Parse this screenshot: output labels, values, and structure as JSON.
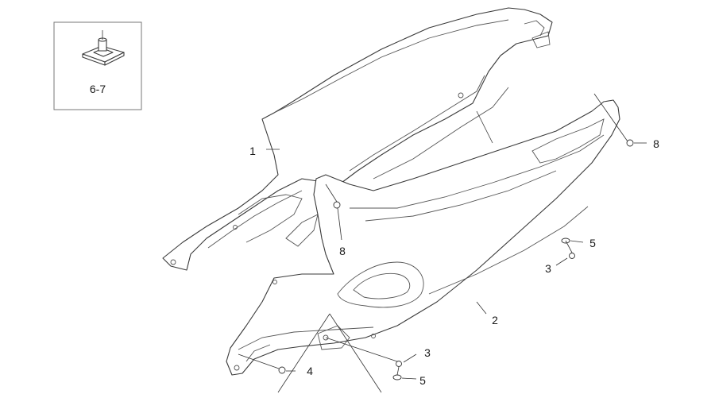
{
  "callouts": {
    "part_1": "1",
    "part_2": "2",
    "part_3_right": "3",
    "part_3_bottom": "3",
    "part_4": "4",
    "part_5_right": "5",
    "part_5_bottom": "5",
    "part_8_top": "8",
    "part_8_middle": "8",
    "inset": "6-7"
  },
  "colors": {
    "line": "#3a3a3a",
    "text": "#1a1a1a",
    "inset_border": "#777777"
  }
}
